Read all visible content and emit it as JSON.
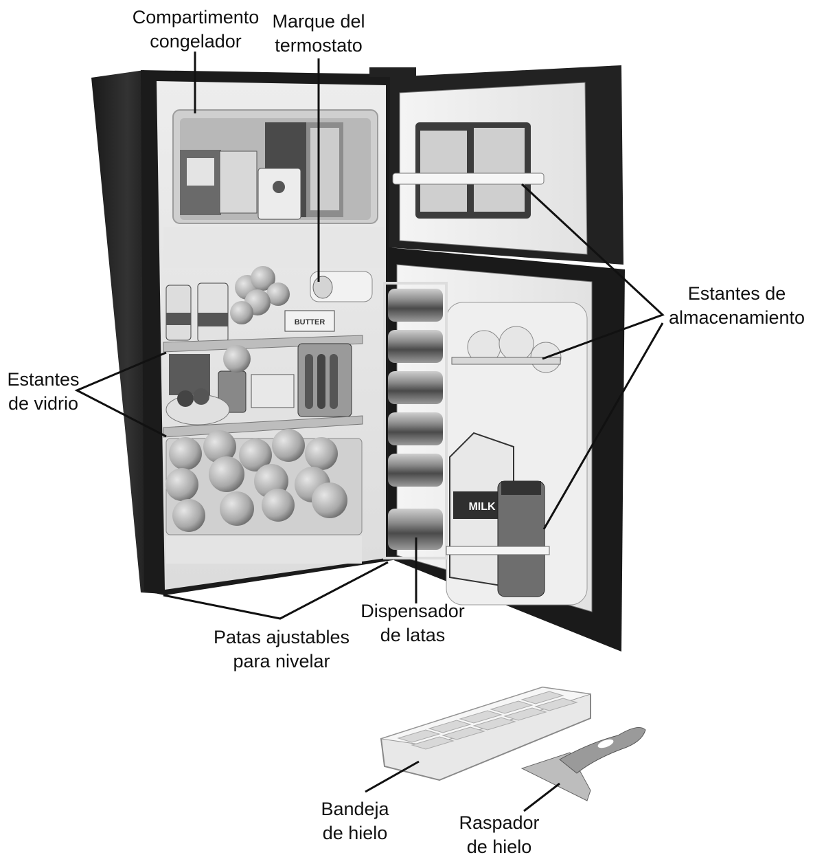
{
  "labels": {
    "freezer": {
      "line1": "Compartimento",
      "line2": "congelador"
    },
    "thermostat": {
      "line1": "Marque del",
      "line2": "termostato"
    },
    "storage": {
      "line1": "Estantes de",
      "line2": "almacenamiento"
    },
    "glass": {
      "line1": "Estantes",
      "line2": "de vidrio"
    },
    "feet": {
      "line1": "Patas ajustables",
      "line2": "para nivelar"
    },
    "can": {
      "line1": "Dispensador",
      "line2": "de latas"
    },
    "tray": {
      "line1": "Bandeja",
      "line2": "de hielo"
    },
    "scraper": {
      "line1": "Raspador",
      "line2": "de hielo"
    }
  },
  "product_text": {
    "butter": "BUTTER",
    "milk": "MILK"
  }
}
